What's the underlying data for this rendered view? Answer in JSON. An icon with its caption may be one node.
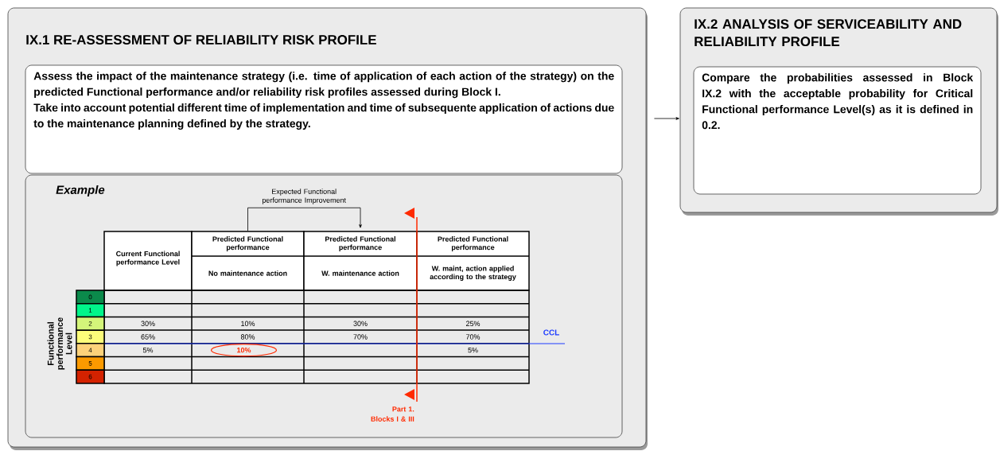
{
  "diagram": {
    "nodes": [
      {
        "text": [
          "IX.1 RE-ASSESSMENT OF RELIABILITY RISK PROFILE"
        ]
      },
      {
        "text": [
          "Assess the impact of the maintenance strategy (i.e. time of application of each action of the strategy) on the predicted Functional performance and/or reliability risk profiles assessed during Block I.",
          "Take into account potential different time of implementation and time of subsequente application of actions due to the maintenance planning defined by the strategy."
        ],
        "in": 0
      },
      {
        "text": [
          "Example"
        ],
        "in": 0
      },
      {
        "text": [
          "IX.2 ANALYSIS OF SERVICEABILITY AND RELIABILITY PROFILE"
        ]
      },
      {
        "text": [
          "Compare the probabilities assessed in Block IX.2 with the acceptable probability for Critical Functional performance Level(s) as it is defined in 0.2."
        ],
        "in": 3
      },
      {
        "text": [
          "Current Functional performance Level"
        ],
        "in": 2
      },
      {
        "text": [
          "Predicted Functional performance",
          "No maintenance action"
        ],
        "in": 2
      },
      {
        "text": [
          "Predicted Functional performance",
          "W. maintenance action"
        ],
        "in": 2
      },
      {
        "text": [
          "Predicted Functional performance",
          "W. maint, action applied according to the  strategy"
        ],
        "in": 2
      }
    ],
    "edges": [
      {
        "from": 0,
        "to": 3,
        "arrow": "to"
      },
      {
        "from": 6,
        "to": 7,
        "arrow": "to",
        "label": "Expected Functional performance Improvement"
      }
    ],
    "labels": [
      "0",
      "1",
      "2",
      "30%",
      "10%",
      "30%",
      "25%",
      "3",
      "65%",
      "80%",
      "70%",
      "70%",
      "4",
      "5%",
      "10%",
      "5%",
      "5",
      "6",
      "Functional performance Level",
      "CCL",
      "Part 1. Blocks I & III"
    ]
  }
}
